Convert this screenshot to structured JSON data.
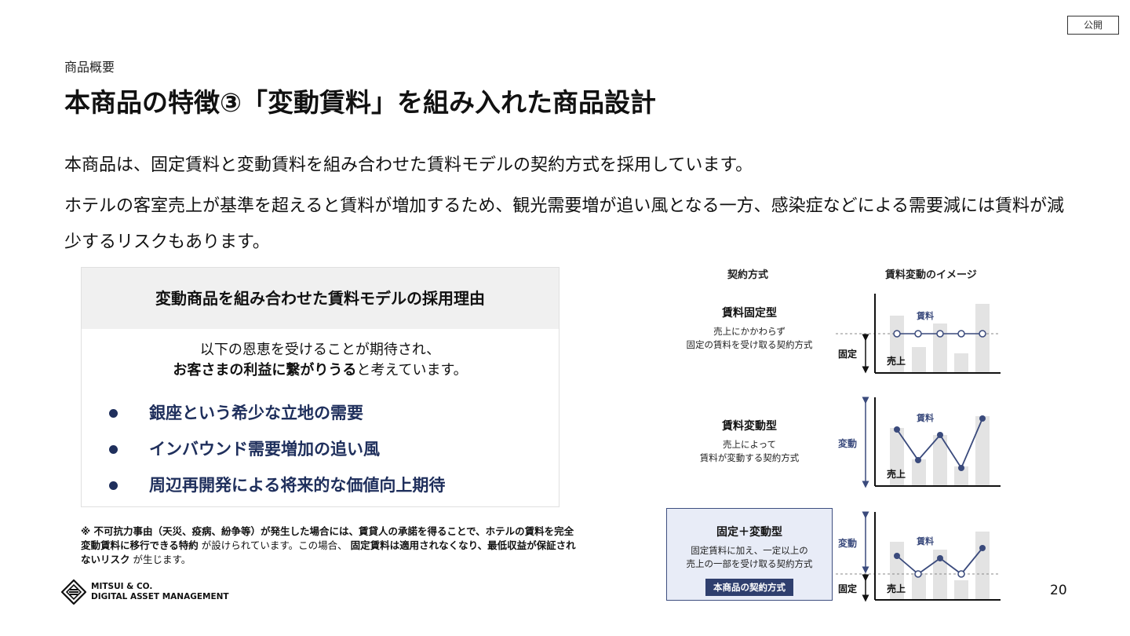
{
  "badge": "公開",
  "section_label": "商品概要",
  "page_title": "本商品の特徴③「変動賃料」を組み入れた商品設計",
  "lead": {
    "line1": "本商品は、固定賃料と変動賃料を組み合わせた賃料モデルの契約方式を採用しています。",
    "line2": "ホテルの客室売上が基準を超えると賃料が増加するため、観光需要増が追い風となる一方、感染症などによる需要減には賃料が減少するリスクもあります。"
  },
  "reason": {
    "heading": "変動商品を組み合わせた賃料モデルの採用理由",
    "intro_line1": "以下の恩恵を受けることが期待され、",
    "intro_bold": "お客さまの利益に繋がりうる",
    "intro_rest": "と考えています。",
    "items": [
      "銀座という希少な立地の需要",
      "インバウンド需要増加の追い風",
      "周辺再開発による将来的な価値向上期待"
    ]
  },
  "note": {
    "part1_bold": "※ 不可抗力事由（天災、疫病、紛争等）が発生した場合には、賃貸人の承諾を得ることで、ホテルの賃料を完全変動賃料に移行できる特約",
    "part2": "が設けられています。この場合、",
    "part3_bold": "固定賃料は適用されなくなり、最低収益が保証されないリスク",
    "part4": "が生じます。"
  },
  "logo": {
    "line1": "MITSUI & CO.",
    "line2": "DIGITAL ASSET MANAGEMENT"
  },
  "page_number": "20",
  "diagram": {
    "col_contract": "契約方式",
    "col_image": "賃料変動のイメージ",
    "rows": [
      {
        "title": "賃料固定型",
        "desc1": "売上にかかわらず",
        "desc2": "固定の賃料を受け取る契約方式",
        "side_label": "固定",
        "rent_label": "賃料",
        "sales_label": "売上"
      },
      {
        "title": "賃料変動型",
        "desc1": "売上によって",
        "desc2": "賃料が変動する契約方式",
        "side_label": "変動",
        "rent_label": "賃料",
        "sales_label": "売上"
      },
      {
        "title": "固定＋変動型",
        "desc1": "固定賃料に加え、一定以上の",
        "desc2": "売上の一部を受け取る契約方式",
        "side_label_top": "変動",
        "side_label_bottom": "固定",
        "rent_label": "賃料",
        "sales_label": "売上",
        "tag": "本商品の契約方式"
      }
    ]
  },
  "colors": {
    "navy": "#1f2f5c",
    "bar_gray": "#e3e3e3",
    "line": "#3a4a7c"
  }
}
